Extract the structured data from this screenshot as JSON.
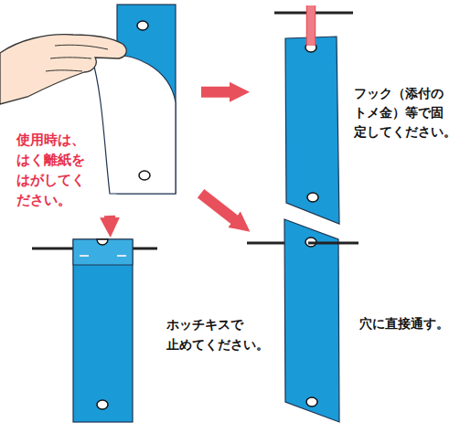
{
  "diagram": {
    "nodes": [
      {
        "text": [
          "使用時は、 はく離紙を はがしてく ださい。"
        ]
      },
      {
        "text": [
          "フック（添付の トメ金）等で固 定してください。"
        ]
      },
      {
        "text": [
          "ホッチキスで 止めてください。"
        ]
      },
      {
        "text": [
          "穴に直接通す。"
        ]
      }
    ],
    "edges": [
      {
        "from": 0,
        "to": 1,
        "arrow": "to"
      },
      {
        "from": 0,
        "to": 2,
        "arrow": "to"
      },
      {
        "from": 0,
        "to": 3,
        "arrow": "to"
      }
    ]
  }
}
